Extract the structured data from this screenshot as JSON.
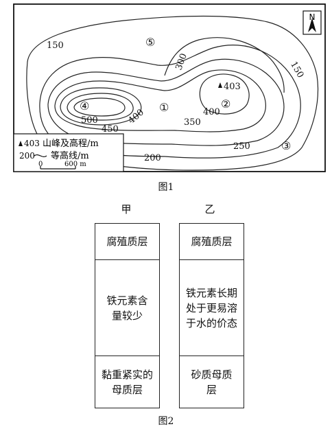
{
  "figure1": {
    "caption": "图1",
    "contour_labels": [
      "150",
      "300",
      "403",
      "150",
      "500",
      "450",
      "400",
      "350",
      "400",
      "250",
      "200"
    ],
    "places": [
      "⑤",
      "④",
      "①",
      "②",
      "③"
    ],
    "north_label": "N",
    "legend": {
      "peak_value": "403",
      "peak_text": "山峰及高程/m",
      "contour_value": "200",
      "contour_text": "等高线/m",
      "scale_zero": "0",
      "scale_value": "600 m"
    }
  },
  "figure2": {
    "caption": "图2",
    "columns": [
      {
        "title": "甲",
        "layers": [
          "腐殖质层",
          "铁元素含量较少",
          "黏重紧实的母质层"
        ]
      },
      {
        "title": "乙",
        "layers": [
          "腐殖质层",
          "铁元素长期处于更易溶于水的价态",
          "砂质母质层"
        ]
      }
    ]
  }
}
